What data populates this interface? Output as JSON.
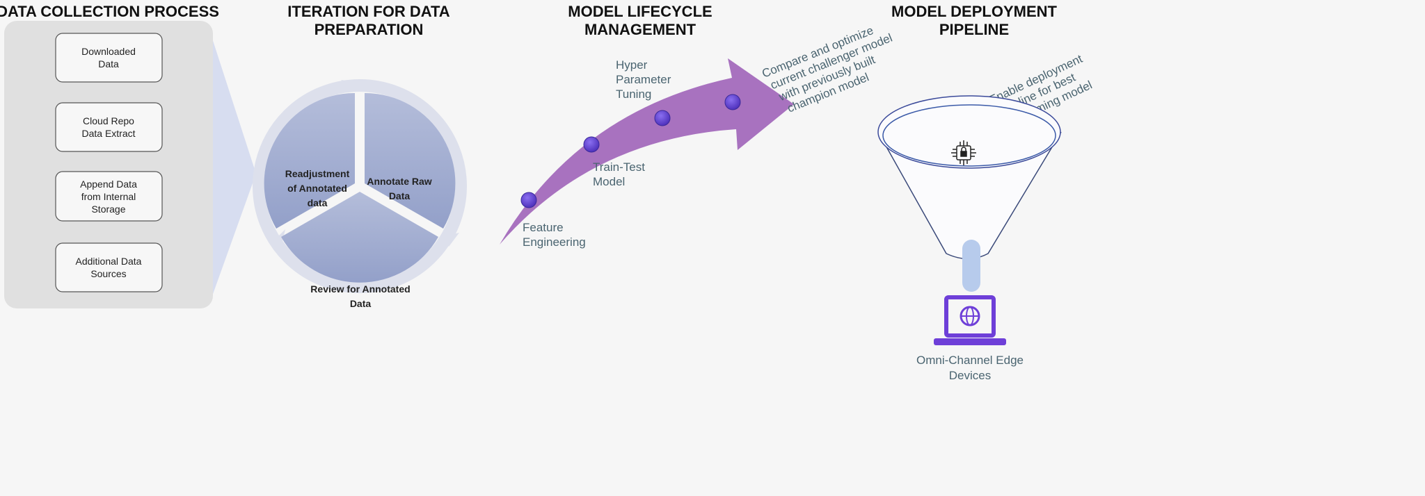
{
  "sections": [
    {
      "title_lines": [
        "DATA COLLECTION PROCESS"
      ]
    },
    {
      "title_lines": [
        "ITERATION FOR DATA",
        "PREPARATION"
      ]
    },
    {
      "title_lines": [
        "MODEL LIFECYCLE",
        "MANAGEMENT"
      ]
    },
    {
      "title_lines": [
        "MODEL DEPLOYMENT",
        "PIPELINE"
      ]
    }
  ],
  "data_sources": [
    {
      "lines": [
        "Downloaded",
        "Data"
      ]
    },
    {
      "lines": [
        "Cloud Repo",
        "Data Extract"
      ]
    },
    {
      "lines": [
        "Append Data",
        "from Internal",
        "Storage"
      ]
    },
    {
      "lines": [
        "Additional Data",
        "Sources"
      ]
    }
  ],
  "cycle": [
    {
      "lines": [
        "Readjustment",
        "of Annotated",
        "data"
      ]
    },
    {
      "lines": [
        "Annotate Raw",
        "Data"
      ]
    },
    {
      "lines": [
        "Review for Annotated",
        "Data"
      ]
    }
  ],
  "lifecycle_steps": [
    {
      "lines": [
        "Feature",
        "Engineering"
      ]
    },
    {
      "lines": [
        "Train-Test",
        "Model"
      ]
    },
    {
      "lines": [
        "Hyper",
        "Parameter",
        "Tuning"
      ]
    }
  ],
  "compare_note": [
    "Compare and optimize",
    "current challenger model",
    "with previously built",
    "champion model"
  ],
  "deploy_note": [
    "Enable deployment",
    "pipeline for best",
    "performing model"
  ],
  "edge_label": [
    "Omni-Channel Edge",
    "Devices"
  ],
  "colors": {
    "arrow": "#a872bf",
    "dot": "#6a3fd6",
    "pie": "#a3aed0",
    "ring": "#dde0ec",
    "laptop": "#6e3fd8",
    "stem": "#b7cbec"
  }
}
